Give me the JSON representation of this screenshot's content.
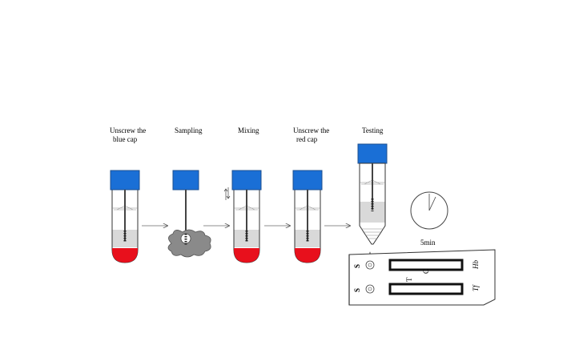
{
  "steps": [
    {
      "id": "unscrew-blue",
      "label_lines": [
        "Unscrew the",
        "blue cap"
      ]
    },
    {
      "id": "sampling",
      "label_lines": [
        "Sampling"
      ]
    },
    {
      "id": "mixing",
      "label_lines": [
        "Mixing"
      ]
    },
    {
      "id": "unscrew-red",
      "label_lines": [
        "Unscrew the",
        "red cap"
      ]
    },
    {
      "id": "testing",
      "label_lines": [
        "Testing"
      ]
    }
  ],
  "timer": {
    "label": "5min"
  },
  "test_card": {
    "sample_well_1": "S",
    "sample_well_2": "S",
    "control_line": "C",
    "test_line": "T",
    "analyte_1": "Hb",
    "analyte_2": "Tf"
  },
  "colors": {
    "blue_cap": "#1a6fd6",
    "red_cap": "#e8101c",
    "buffer": "#d9d9d9",
    "stool": "#8a8a8a",
    "outline": "#333333"
  }
}
